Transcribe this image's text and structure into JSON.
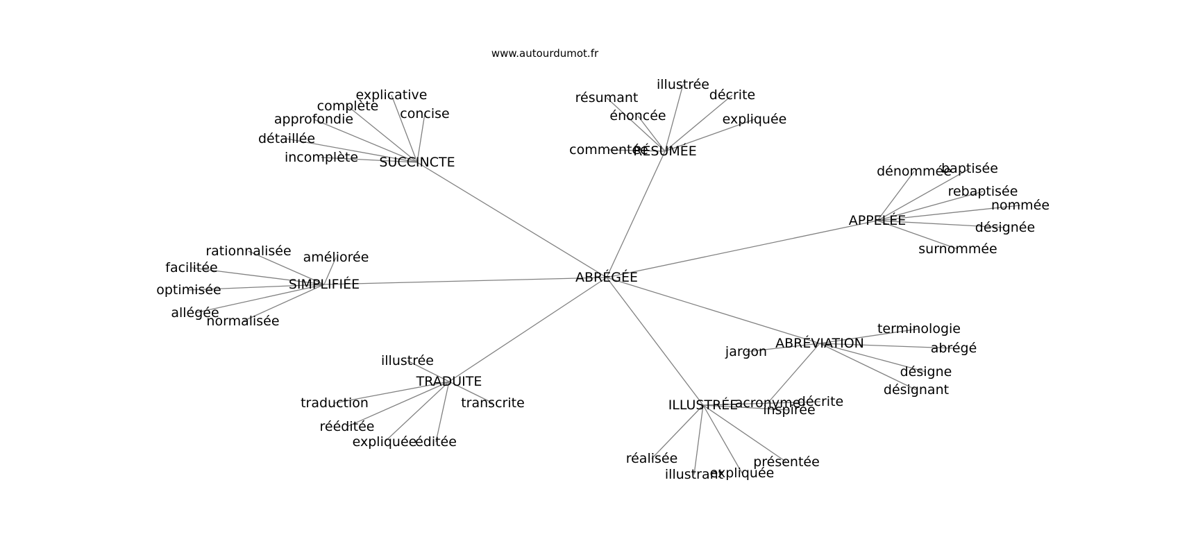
{
  "site": "www.autourdumot.fr",
  "center": "ABRÉGÉE",
  "hubs": [
    {
      "id": "succincte",
      "label": "SUCCINCTE",
      "leaves": [
        "explicative",
        "complète",
        "approfondie",
        "concise",
        "détaillée",
        "incomplète"
      ]
    },
    {
      "id": "resumee",
      "label": "RÉSUMÉE",
      "leaves": [
        "résumant",
        "illustrée",
        "décrite",
        "énoncée",
        "expliquée",
        "commentée"
      ]
    },
    {
      "id": "appelee",
      "label": "APPELÉE",
      "leaves": [
        "dénommée",
        "baptisée",
        "rebaptisée",
        "nommée",
        "désignée",
        "surnommée"
      ]
    },
    {
      "id": "simplifiee",
      "label": "SIMPLIFIÉE",
      "leaves": [
        "rationnalisée",
        "améliorée",
        "facilitée",
        "optimisée",
        "allégée",
        "normalisée"
      ]
    },
    {
      "id": "abreviation",
      "label": "ABRÉVIATION",
      "leaves": [
        "terminologie",
        "jargon",
        "abrégé",
        "désigne",
        "désignant",
        "acronyme"
      ]
    },
    {
      "id": "traduite",
      "label": "TRADUITE",
      "leaves": [
        "illustrée",
        "traduction",
        "transcrite",
        "rééditée",
        "expliquée",
        "éditée"
      ]
    },
    {
      "id": "illustree",
      "label": "ILLUSTRÉE",
      "leaves": [
        "décrite",
        "inspirée",
        "réalisée",
        "présentée",
        "illustrant",
        "expliquée"
      ]
    }
  ]
}
